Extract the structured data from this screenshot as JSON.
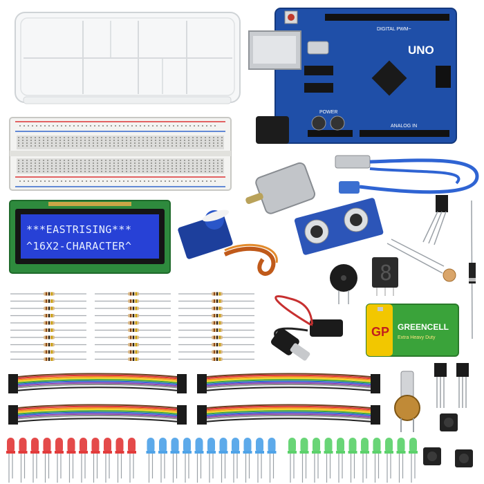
{
  "lcd": {
    "line1": "***EASTRISING***",
    "line2": "^16X2-CHARACTER^"
  },
  "board": {
    "model": "UNO",
    "digital_label": "DIGITAL PWM~",
    "power_label": "POWER",
    "analog_label": "ANALOG IN"
  },
  "battery": {
    "brand": "GP",
    "name": "GREENCELL",
    "subtitle": "Extra Heavy Duty"
  },
  "colors": {
    "board_blue": "#1f4fa8",
    "battery_green": "#3aa33a",
    "led_red": "#e23b3b",
    "led_blue": "#4fa3e8",
    "led_green": "#5cd16b"
  }
}
